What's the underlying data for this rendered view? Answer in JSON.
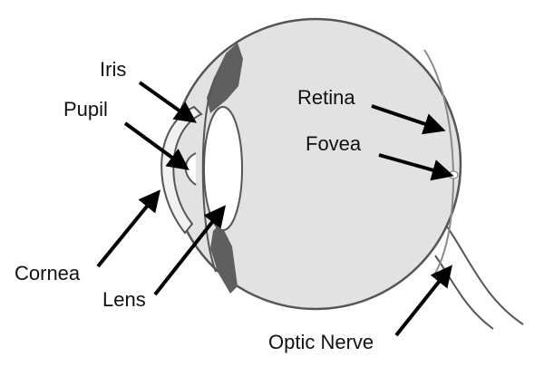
{
  "labels": {
    "iris": "Iris",
    "pupil": "Pupil",
    "retina": "Retina",
    "fovea": "Fovea",
    "cornea": "Cornea",
    "lens": "Lens",
    "optic_nerve": "Optic Nerve"
  },
  "colors": {
    "eye_fill": "#e2e2e2",
    "outline": "#555555",
    "iris_dark": "#5f5f5f",
    "arrow": "#000000",
    "text": "#111111"
  }
}
